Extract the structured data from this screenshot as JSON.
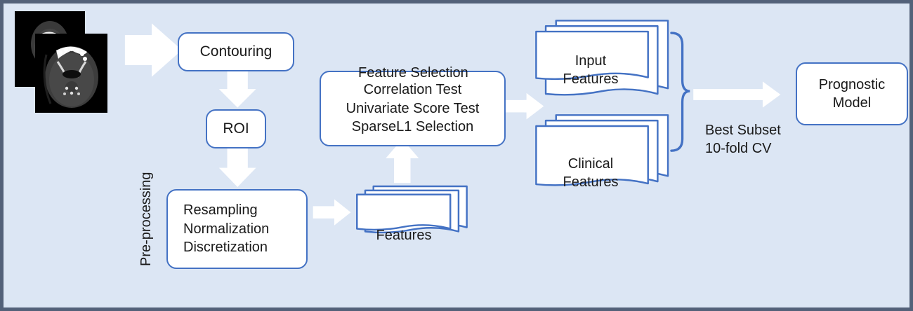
{
  "diagram": {
    "title": "Radiomics prognostic modelling workflow",
    "colors": {
      "background": "#dce6f4",
      "frame_border": "#536179",
      "shape_stroke": "#4472c4",
      "shape_fill": "#ffffff",
      "arrow_fill": "#ffffff",
      "text": "#1a1a1a"
    },
    "images": {
      "slice_top_label": "ct-axial-slice-upper",
      "slice_bottom_label": "ct-axial-slice-lower"
    },
    "nodes": {
      "contouring": "Contouring",
      "roi": "ROI",
      "preprocessing_group": "Pre-processing",
      "preprocessing_steps": "Resampling\nNormalization\nDiscretization",
      "features": "Features",
      "feature_selection_title": "Feature Selection",
      "feature_selection_methods": "Correlation Test\nUnivariate Score Test\nSparseL1 Selection",
      "input_features": "Input\nFeatures",
      "clinical_features": "Clinical\nFeatures",
      "best_subset": "Best Subset\n10-fold CV",
      "prognostic_model": "Prognostic\nModel"
    },
    "arrows": [
      {
        "name": "images-to-contouring",
        "direction": "right"
      },
      {
        "name": "contouring-to-roi",
        "direction": "down"
      },
      {
        "name": "roi-to-preprocessing",
        "direction": "down"
      },
      {
        "name": "preprocessing-to-features",
        "direction": "right"
      },
      {
        "name": "features-to-feature-selection",
        "direction": "up"
      },
      {
        "name": "feature-selection-to-input-features",
        "direction": "right"
      },
      {
        "name": "brace-to-prognostic-model",
        "direction": "right"
      }
    ],
    "brace": {
      "name": "right-curly-brace",
      "groups": [
        "Input Features",
        "Clinical Features"
      ]
    }
  }
}
